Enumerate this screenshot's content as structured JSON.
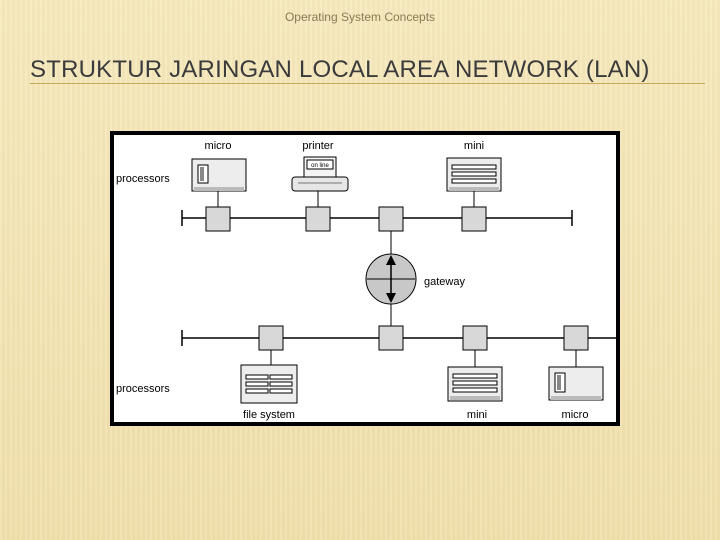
{
  "header": {
    "caption": "Operating System Concepts"
  },
  "slide": {
    "title": "STRUKTUR JARINGAN LOCAL AREA NETWORK (LAN)"
  },
  "diagram": {
    "top_row": {
      "label": "processors",
      "nodes": [
        "micro",
        "printer",
        "mini"
      ]
    },
    "gateway": {
      "label": "gateway"
    },
    "bottom_row": {
      "label": "processors",
      "nodes": [
        "file system",
        "mini",
        "micro"
      ]
    },
    "printer_screen_text": "on line"
  },
  "colors": {
    "background": "#f3e4b3",
    "rule": "#c9a85a",
    "node_fill": "#d8d8d8"
  },
  "icons": [
    "micro-computer-icon",
    "printer-icon",
    "mini-computer-icon",
    "gateway-icon",
    "file-system-icon"
  ]
}
